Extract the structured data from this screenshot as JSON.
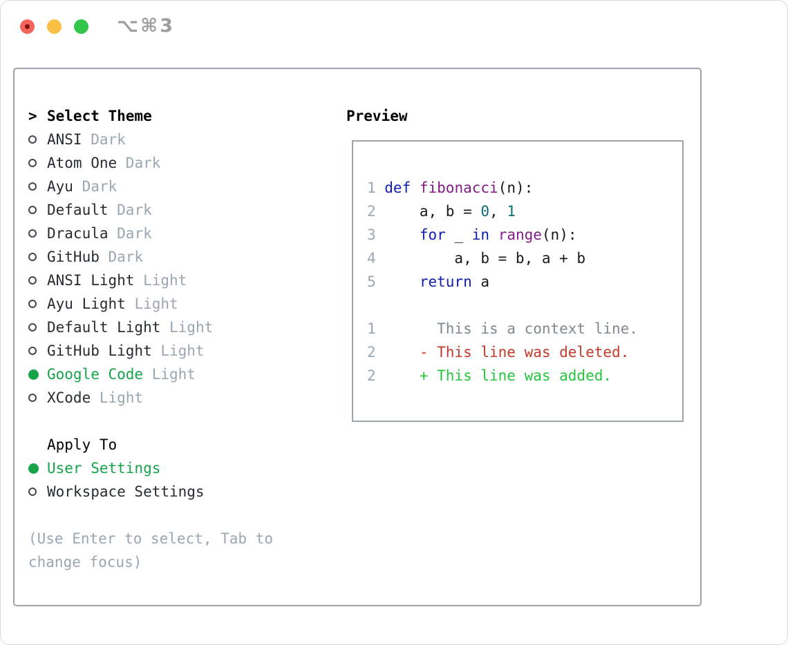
{
  "window": {
    "title": "⌥⌘3",
    "traffic_lights": [
      "close",
      "minimize",
      "zoom"
    ]
  },
  "colors": {
    "accent_green": "#16a34a",
    "border_gray": "#9aa3ae",
    "muted_gray": "#9aa6b2",
    "text_dark": "#262c33",
    "kw": "#101cae",
    "fn": "#851c85",
    "lit": "#0b6e6e",
    "plain": "#15181c",
    "ctx": "#7f8890",
    "del": "#c5392a",
    "add": "#26c53e",
    "num": "#9aa6b2",
    "traffic_red": "#f4645c",
    "traffic_red_dot": "#7e120d",
    "traffic_yellow": "#fbbf45",
    "traffic_green": "#32c74b"
  },
  "theme_list": {
    "header": {
      "cursor": ">",
      "label": "Select Theme"
    },
    "items": [
      {
        "name": "ANSI",
        "variant": "Dark",
        "selected": false
      },
      {
        "name": "Atom One",
        "variant": "Dark",
        "selected": false
      },
      {
        "name": "Ayu",
        "variant": "Dark",
        "selected": false
      },
      {
        "name": "Default",
        "variant": "Dark",
        "selected": false
      },
      {
        "name": "Dracula",
        "variant": "Dark",
        "selected": false
      },
      {
        "name": "GitHub",
        "variant": "Dark",
        "selected": false
      },
      {
        "name": "ANSI Light",
        "variant": "Light",
        "selected": false
      },
      {
        "name": "Ayu Light",
        "variant": "Light",
        "selected": false
      },
      {
        "name": "Default Light",
        "variant": "Light",
        "selected": false
      },
      {
        "name": "GitHub Light",
        "variant": "Light",
        "selected": false
      },
      {
        "name": "Google Code",
        "variant": "Light",
        "selected": true
      },
      {
        "name": "XCode",
        "variant": "Light",
        "selected": false
      }
    ]
  },
  "apply_to": {
    "header": "Apply To",
    "items": [
      {
        "label": "User Settings",
        "selected": true
      },
      {
        "label": "Workspace Settings",
        "selected": false
      }
    ]
  },
  "help_text": "(Use Enter to select, Tab to change focus)",
  "preview": {
    "header": "Preview",
    "lines": [
      {
        "num": "",
        "segs": []
      },
      {
        "num": "1",
        "segs": [
          {
            "t": "def",
            "c": "kw"
          },
          {
            "t": " ",
            "c": "plain"
          },
          {
            "t": "fibonacci",
            "c": "fn"
          },
          {
            "t": "(n):",
            "c": "plain"
          }
        ]
      },
      {
        "num": "2",
        "segs": [
          {
            "t": "    a, b = ",
            "c": "plain"
          },
          {
            "t": "0",
            "c": "lit"
          },
          {
            "t": ", ",
            "c": "plain"
          },
          {
            "t": "1",
            "c": "lit"
          }
        ]
      },
      {
        "num": "3",
        "segs": [
          {
            "t": "    ",
            "c": "plain"
          },
          {
            "t": "for",
            "c": "kw"
          },
          {
            "t": " _ ",
            "c": "plain"
          },
          {
            "t": "in",
            "c": "kw"
          },
          {
            "t": " ",
            "c": "plain"
          },
          {
            "t": "range",
            "c": "fn"
          },
          {
            "t": "(n):",
            "c": "plain"
          }
        ]
      },
      {
        "num": "4",
        "segs": [
          {
            "t": "        a, b = b, a + b",
            "c": "plain"
          }
        ]
      },
      {
        "num": "5",
        "segs": [
          {
            "t": "    ",
            "c": "plain"
          },
          {
            "t": "return",
            "c": "kw"
          },
          {
            "t": " a",
            "c": "plain"
          }
        ]
      },
      {
        "num": "",
        "segs": []
      },
      {
        "num": "1",
        "segs": [
          {
            "t": "      This is a context line.",
            "c": "ctx"
          }
        ]
      },
      {
        "num": "2",
        "segs": [
          {
            "t": "    - This line was deleted.",
            "c": "del"
          }
        ]
      },
      {
        "num": "2",
        "segs": [
          {
            "t": "    + This line was added.",
            "c": "add"
          }
        ]
      },
      {
        "num": "",
        "segs": []
      }
    ]
  }
}
